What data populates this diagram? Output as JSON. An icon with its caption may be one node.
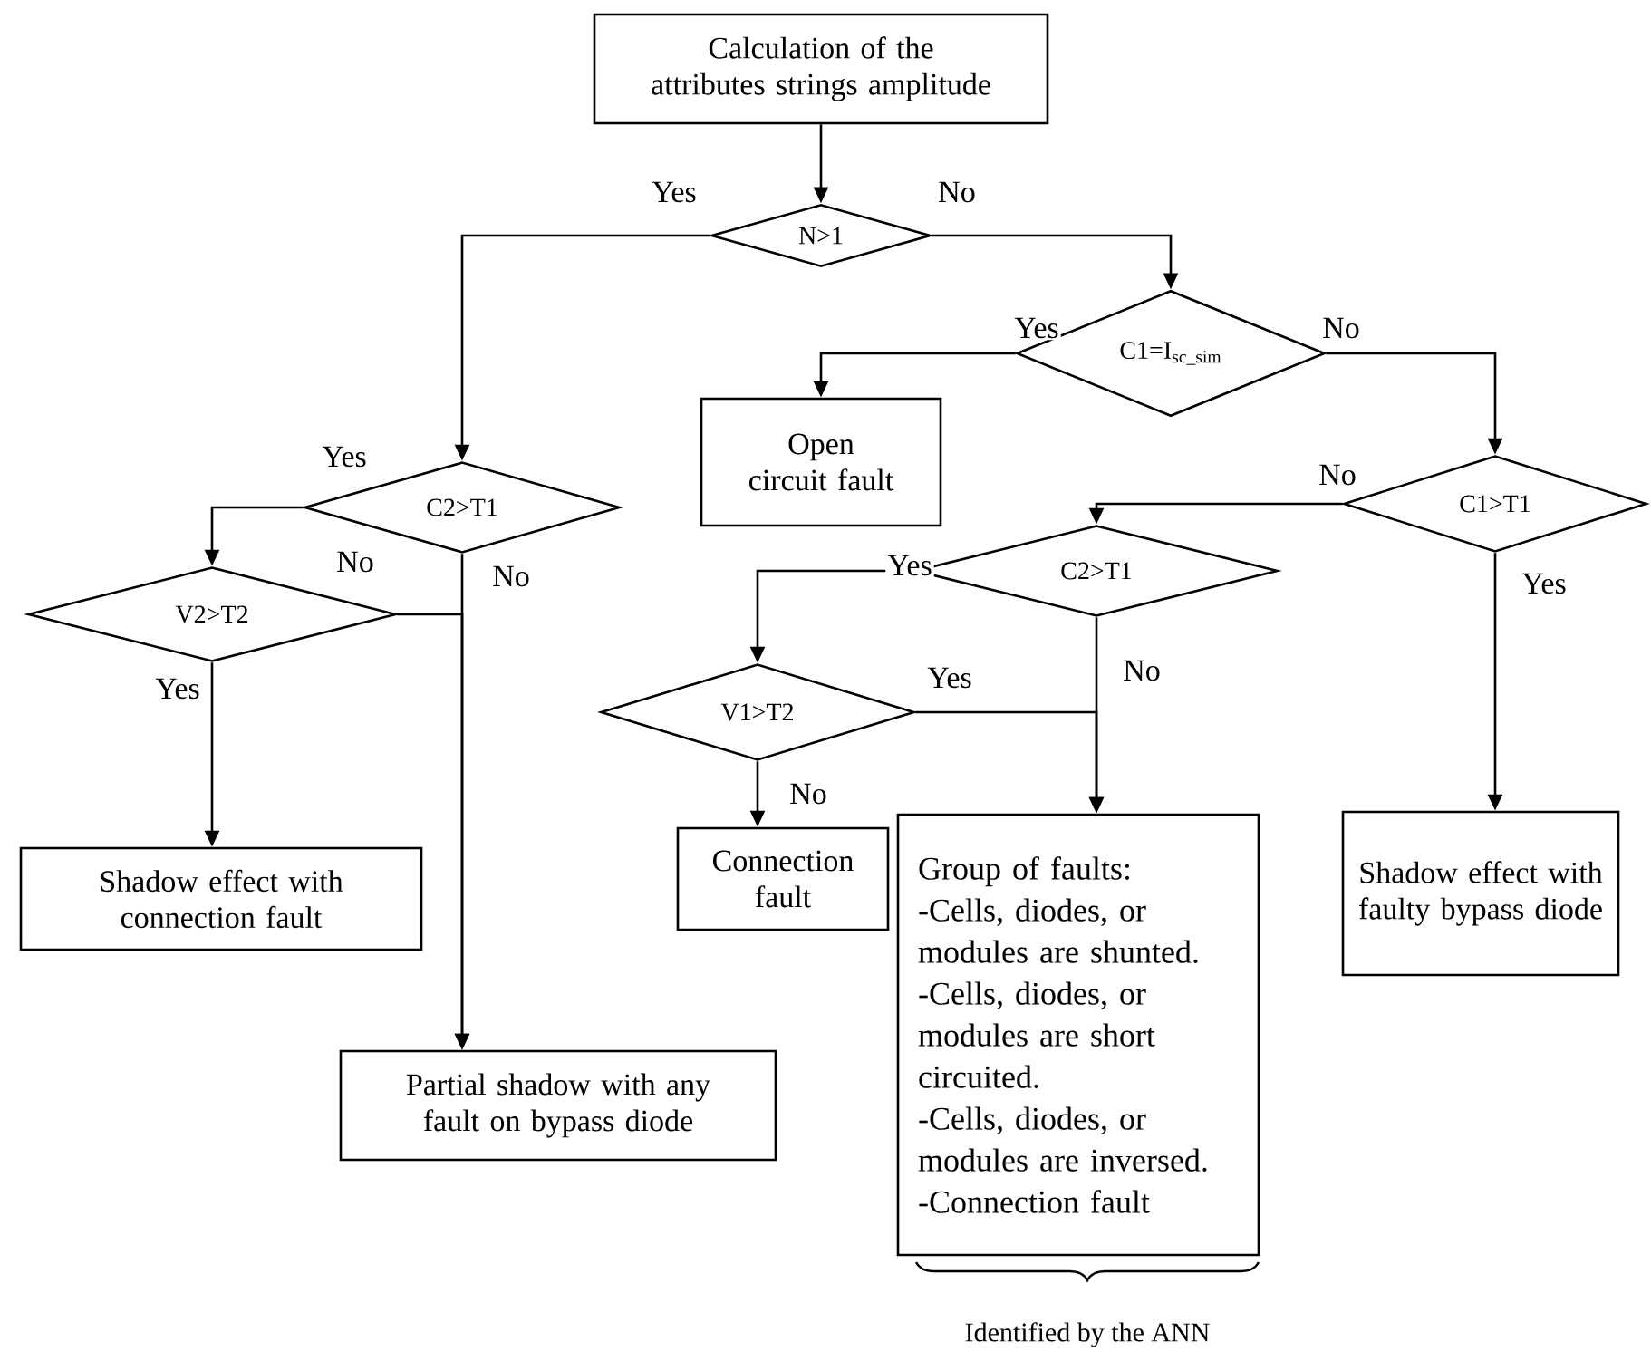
{
  "diagram": {
    "nodes": [
      {
        "text": [
          "Calculation of the attributes strings amplitude"
        ]
      },
      {
        "text": [
          "N>1"
        ]
      },
      {
        "text": [
          "C1=I$_{sc_sim}$"
        ]
      },
      {
        "text": [
          "Open circuit fault"
        ]
      },
      {
        "text": [
          "C1>T1"
        ]
      },
      {
        "text": [
          "C2>T1"
        ]
      },
      {
        "text": [
          "V2>T2"
        ]
      },
      {
        "text": [
          "C2>T1"
        ]
      },
      {
        "text": [
          "V1>T2"
        ]
      },
      {
        "text": [
          "Shadow effect with connection fault"
        ]
      },
      {
        "text": [
          "Partial shadow with any fault on bypass diode"
        ]
      },
      {
        "text": [
          "Connection fault"
        ]
      },
      {
        "text": [
          "Group of faults:",
          "-Cells, diodes, or modules are shunted.",
          "-Cells, diodes, or modules are short circuited.",
          "-Cells, diodes, or modules are inversed.",
          "-Connection fault"
        ],
        "beside": [
          "Identified by the ANN"
        ]
      },
      {
        "text": [
          "Shadow effect with faulty bypass diode"
        ]
      }
    ],
    "edges": [
      {
        "from": 0,
        "to": 1,
        "arrow": "to"
      },
      {
        "from": 1,
        "to": 5,
        "arrow": "to",
        "label": "Yes"
      },
      {
        "from": 1,
        "to": 2,
        "arrow": "to",
        "label": "No"
      },
      {
        "from": 2,
        "to": 3,
        "arrow": "to",
        "label": "Yes"
      },
      {
        "from": 2,
        "to": 4,
        "arrow": "to",
        "label": "No"
      },
      {
        "from": 4,
        "to": 7,
        "arrow": "to",
        "label": "No"
      },
      {
        "from": 4,
        "to": 13,
        "arrow": "to",
        "label": "Yes"
      },
      {
        "from": 5,
        "to": 6,
        "arrow": "to",
        "label": "Yes"
      },
      {
        "from": 5,
        "to": 10,
        "arrow": "to",
        "label": "No"
      },
      {
        "from": 6,
        "to": 10,
        "arrow": "to",
        "label": "No"
      },
      {
        "from": 6,
        "to": 9,
        "arrow": "to",
        "label": "Yes"
      },
      {
        "from": 7,
        "to": 8,
        "arrow": "to",
        "label": "Yes"
      },
      {
        "from": 7,
        "to": 12,
        "arrow": "to",
        "label": "No"
      },
      {
        "from": 8,
        "to": 12,
        "arrow": "to",
        "label": "Yes"
      },
      {
        "from": 8,
        "to": 11,
        "arrow": "to",
        "label": "No"
      }
    ]
  }
}
